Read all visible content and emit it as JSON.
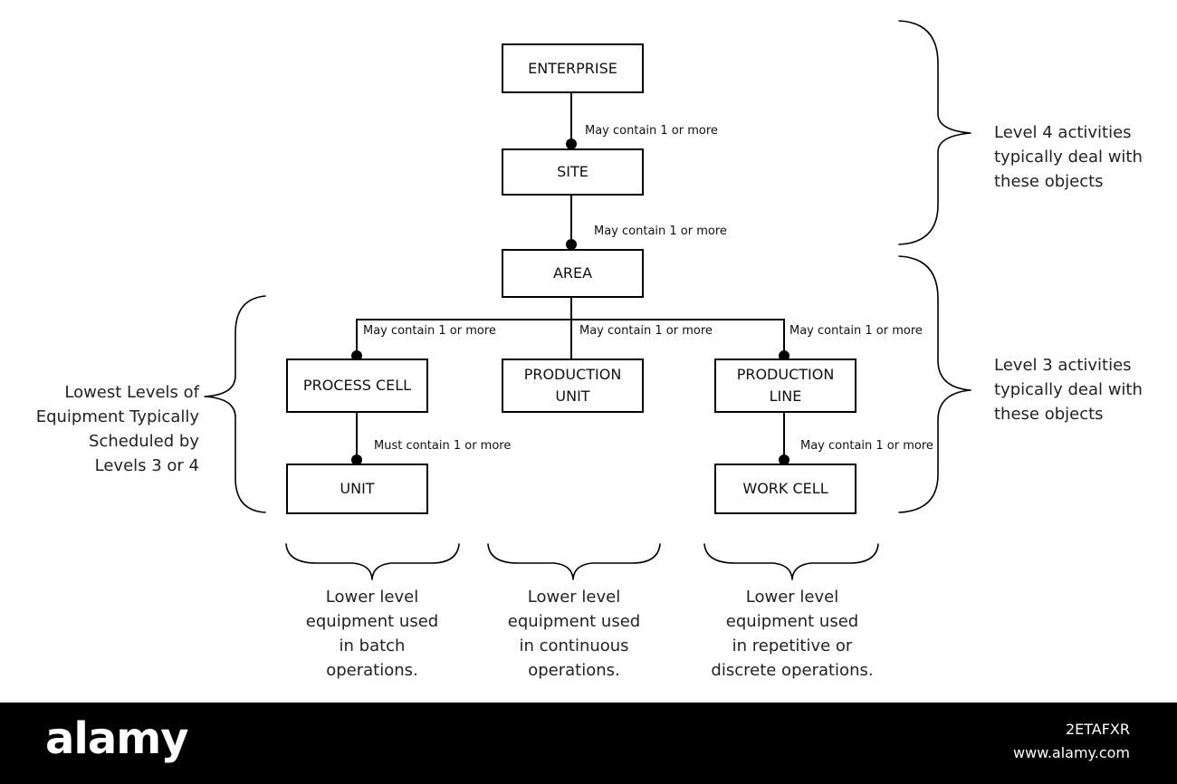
{
  "nodes": {
    "enterprise": "ENTERPRISE",
    "site": "SITE",
    "area": "AREA",
    "process_cell": "PROCESS CELL",
    "production_unit": "PRODUCTION\nUNIT",
    "production_line": "PRODUCTION\nLINE",
    "unit": "UNIT",
    "work_cell": "WORK CELL"
  },
  "relations": {
    "enterprise_site": "May contain 1 or more",
    "site_area": "May contain 1 or more",
    "area_process_cell": "May contain 1 or more",
    "area_production_unit": "May contain 1 or more",
    "area_production_line": "May contain 1 or more",
    "process_cell_unit": "Must contain 1 or more",
    "production_line_work_cell": "May contain 1 or more"
  },
  "annotations": {
    "level4": "Level 4 activities\ntypically deal with\nthese objects",
    "level3": "Level 3 activities\ntypically deal with\nthese objects",
    "lowest_levels": "Lowest Levels of\nEquipment Typically\nScheduled by\nLevels 3 or 4",
    "batch": "Lower level\nequipment used\nin batch\noperations.",
    "continuous": "Lower level\nequipment used\nin continuous\noperations.",
    "discrete": "Lower level\nequipment used\nin repetitive or\ndiscrete operations."
  },
  "footer": {
    "brand": "alamy",
    "image_id": "2ETAFXR",
    "url": "www.alamy.com"
  }
}
